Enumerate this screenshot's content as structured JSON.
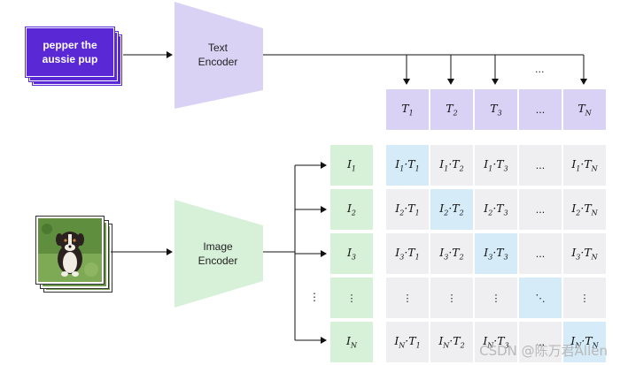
{
  "text_input": {
    "line1": "pepper the",
    "line2": "aussie pup"
  },
  "text_encoder": {
    "line1": "Text",
    "line2": "Encoder"
  },
  "image_encoder": {
    "line1": "Image",
    "line2": "Encoder"
  },
  "ellipsis_h": "...",
  "ellipsis_v": "⋮",
  "ellipsis_d": "⋱",
  "t_headers": [
    {
      "base": "T",
      "sub": "1"
    },
    {
      "base": "T",
      "sub": "2"
    },
    {
      "base": "T",
      "sub": "3"
    },
    {
      "base": "...",
      "sub": ""
    },
    {
      "base": "T",
      "sub": "N"
    }
  ],
  "i_labels": [
    {
      "base": "I",
      "sub": "1"
    },
    {
      "base": "I",
      "sub": "2"
    },
    {
      "base": "I",
      "sub": "3"
    },
    {
      "base": "⋮",
      "sub": ""
    },
    {
      "base": "I",
      "sub": "N"
    }
  ],
  "matrix": [
    [
      {
        "text": [
          "I",
          "1",
          "·T",
          "1"
        ],
        "hl": true
      },
      {
        "text": [
          "I",
          "1",
          "·T",
          "2"
        ],
        "hl": false
      },
      {
        "text": [
          "I",
          "1",
          "·T",
          "3"
        ],
        "hl": false
      },
      {
        "text": [
          "...",
          "",
          "",
          ""
        ],
        "hl": false
      },
      {
        "text": [
          "I",
          "1",
          "·T",
          "N"
        ],
        "hl": false
      }
    ],
    [
      {
        "text": [
          "I",
          "2",
          "·T",
          "1"
        ],
        "hl": false
      },
      {
        "text": [
          "I",
          "2",
          "·T",
          "2"
        ],
        "hl": true
      },
      {
        "text": [
          "I",
          "2",
          "·T",
          "3"
        ],
        "hl": false
      },
      {
        "text": [
          "...",
          "",
          "",
          ""
        ],
        "hl": false
      },
      {
        "text": [
          "I",
          "2",
          "·T",
          "N"
        ],
        "hl": false
      }
    ],
    [
      {
        "text": [
          "I",
          "3",
          "·T",
          "1"
        ],
        "hl": false
      },
      {
        "text": [
          "I",
          "3",
          "·T",
          "2"
        ],
        "hl": false
      },
      {
        "text": [
          "I",
          "3",
          "·T",
          "3"
        ],
        "hl": true
      },
      {
        "text": [
          "...",
          "",
          "",
          ""
        ],
        "hl": false
      },
      {
        "text": [
          "I",
          "3",
          "·T",
          "N"
        ],
        "hl": false
      }
    ],
    [
      {
        "text": [
          "⋮",
          "",
          "",
          ""
        ],
        "hl": false
      },
      {
        "text": [
          "⋮",
          "",
          "",
          ""
        ],
        "hl": false
      },
      {
        "text": [
          "⋮",
          "",
          "",
          ""
        ],
        "hl": false
      },
      {
        "text": [
          "⋱",
          "",
          "",
          ""
        ],
        "hl": true
      },
      {
        "text": [
          "⋮",
          "",
          "",
          ""
        ],
        "hl": false
      }
    ],
    [
      {
        "text": [
          "I",
          "N",
          "·T",
          "1"
        ],
        "hl": false
      },
      {
        "text": [
          "I",
          "N",
          "·T",
          "2"
        ],
        "hl": false
      },
      {
        "text": [
          "I",
          "N",
          "·T",
          "3"
        ],
        "hl": false
      },
      {
        "text": [
          "...",
          "",
          "",
          ""
        ],
        "hl": false
      },
      {
        "text": [
          "I",
          "N",
          "·T",
          "N"
        ],
        "hl": true
      }
    ]
  ],
  "watermark": "CSDN @陈万君Allen",
  "colors": {
    "text_card": "#5b28d6",
    "text_encoder": "#d9d2f5",
    "image_encoder": "#d7f0d8",
    "diag": "#d5ebf7",
    "offdiag": "#efeff1"
  }
}
